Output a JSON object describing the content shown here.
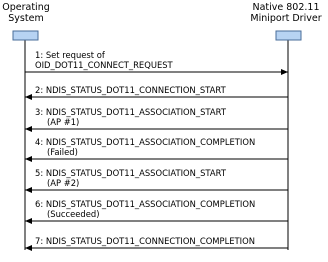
{
  "participants": {
    "left": {
      "line1": "Operating",
      "line2": "System"
    },
    "right": {
      "line1": "Native 802.11",
      "line2": "Miniport Driver"
    }
  },
  "messages": [
    {
      "num": "1:",
      "text": "Set request of",
      "text2": "OID_DOT11_CONNECT_REQUEST",
      "direction": "right"
    },
    {
      "num": "2:",
      "text": "NDIS_STATUS_DOT11_CONNECTION_START",
      "text2": "",
      "direction": "left"
    },
    {
      "num": "3:",
      "text": "NDIS_STATUS_DOT11_ASSOCIATION_START",
      "text2": "(AP #1)",
      "direction": "left"
    },
    {
      "num": "4:",
      "text": "NDIS_STATUS_DOT11_ASSOCIATION_COMPLETION",
      "text2": "(Failed)",
      "direction": "left"
    },
    {
      "num": "5:",
      "text": "NDIS_STATUS_DOT11_ASSOCIATION_START",
      "text2": "(AP #2)",
      "direction": "left"
    },
    {
      "num": "6:",
      "text": "NDIS_STATUS_DOT11_ASSOCIATION_COMPLETION",
      "text2": "(Succeeded)",
      "direction": "left"
    },
    {
      "num": "7:",
      "text": "NDIS_STATUS_DOT11_CONNECTION_COMPLETION",
      "text2": "",
      "direction": "left"
    }
  ],
  "colors": {
    "lifeline_box_fill": "#b7d3f3",
    "lifeline_box_stroke": "#4a6e9a",
    "line": "#000000"
  }
}
